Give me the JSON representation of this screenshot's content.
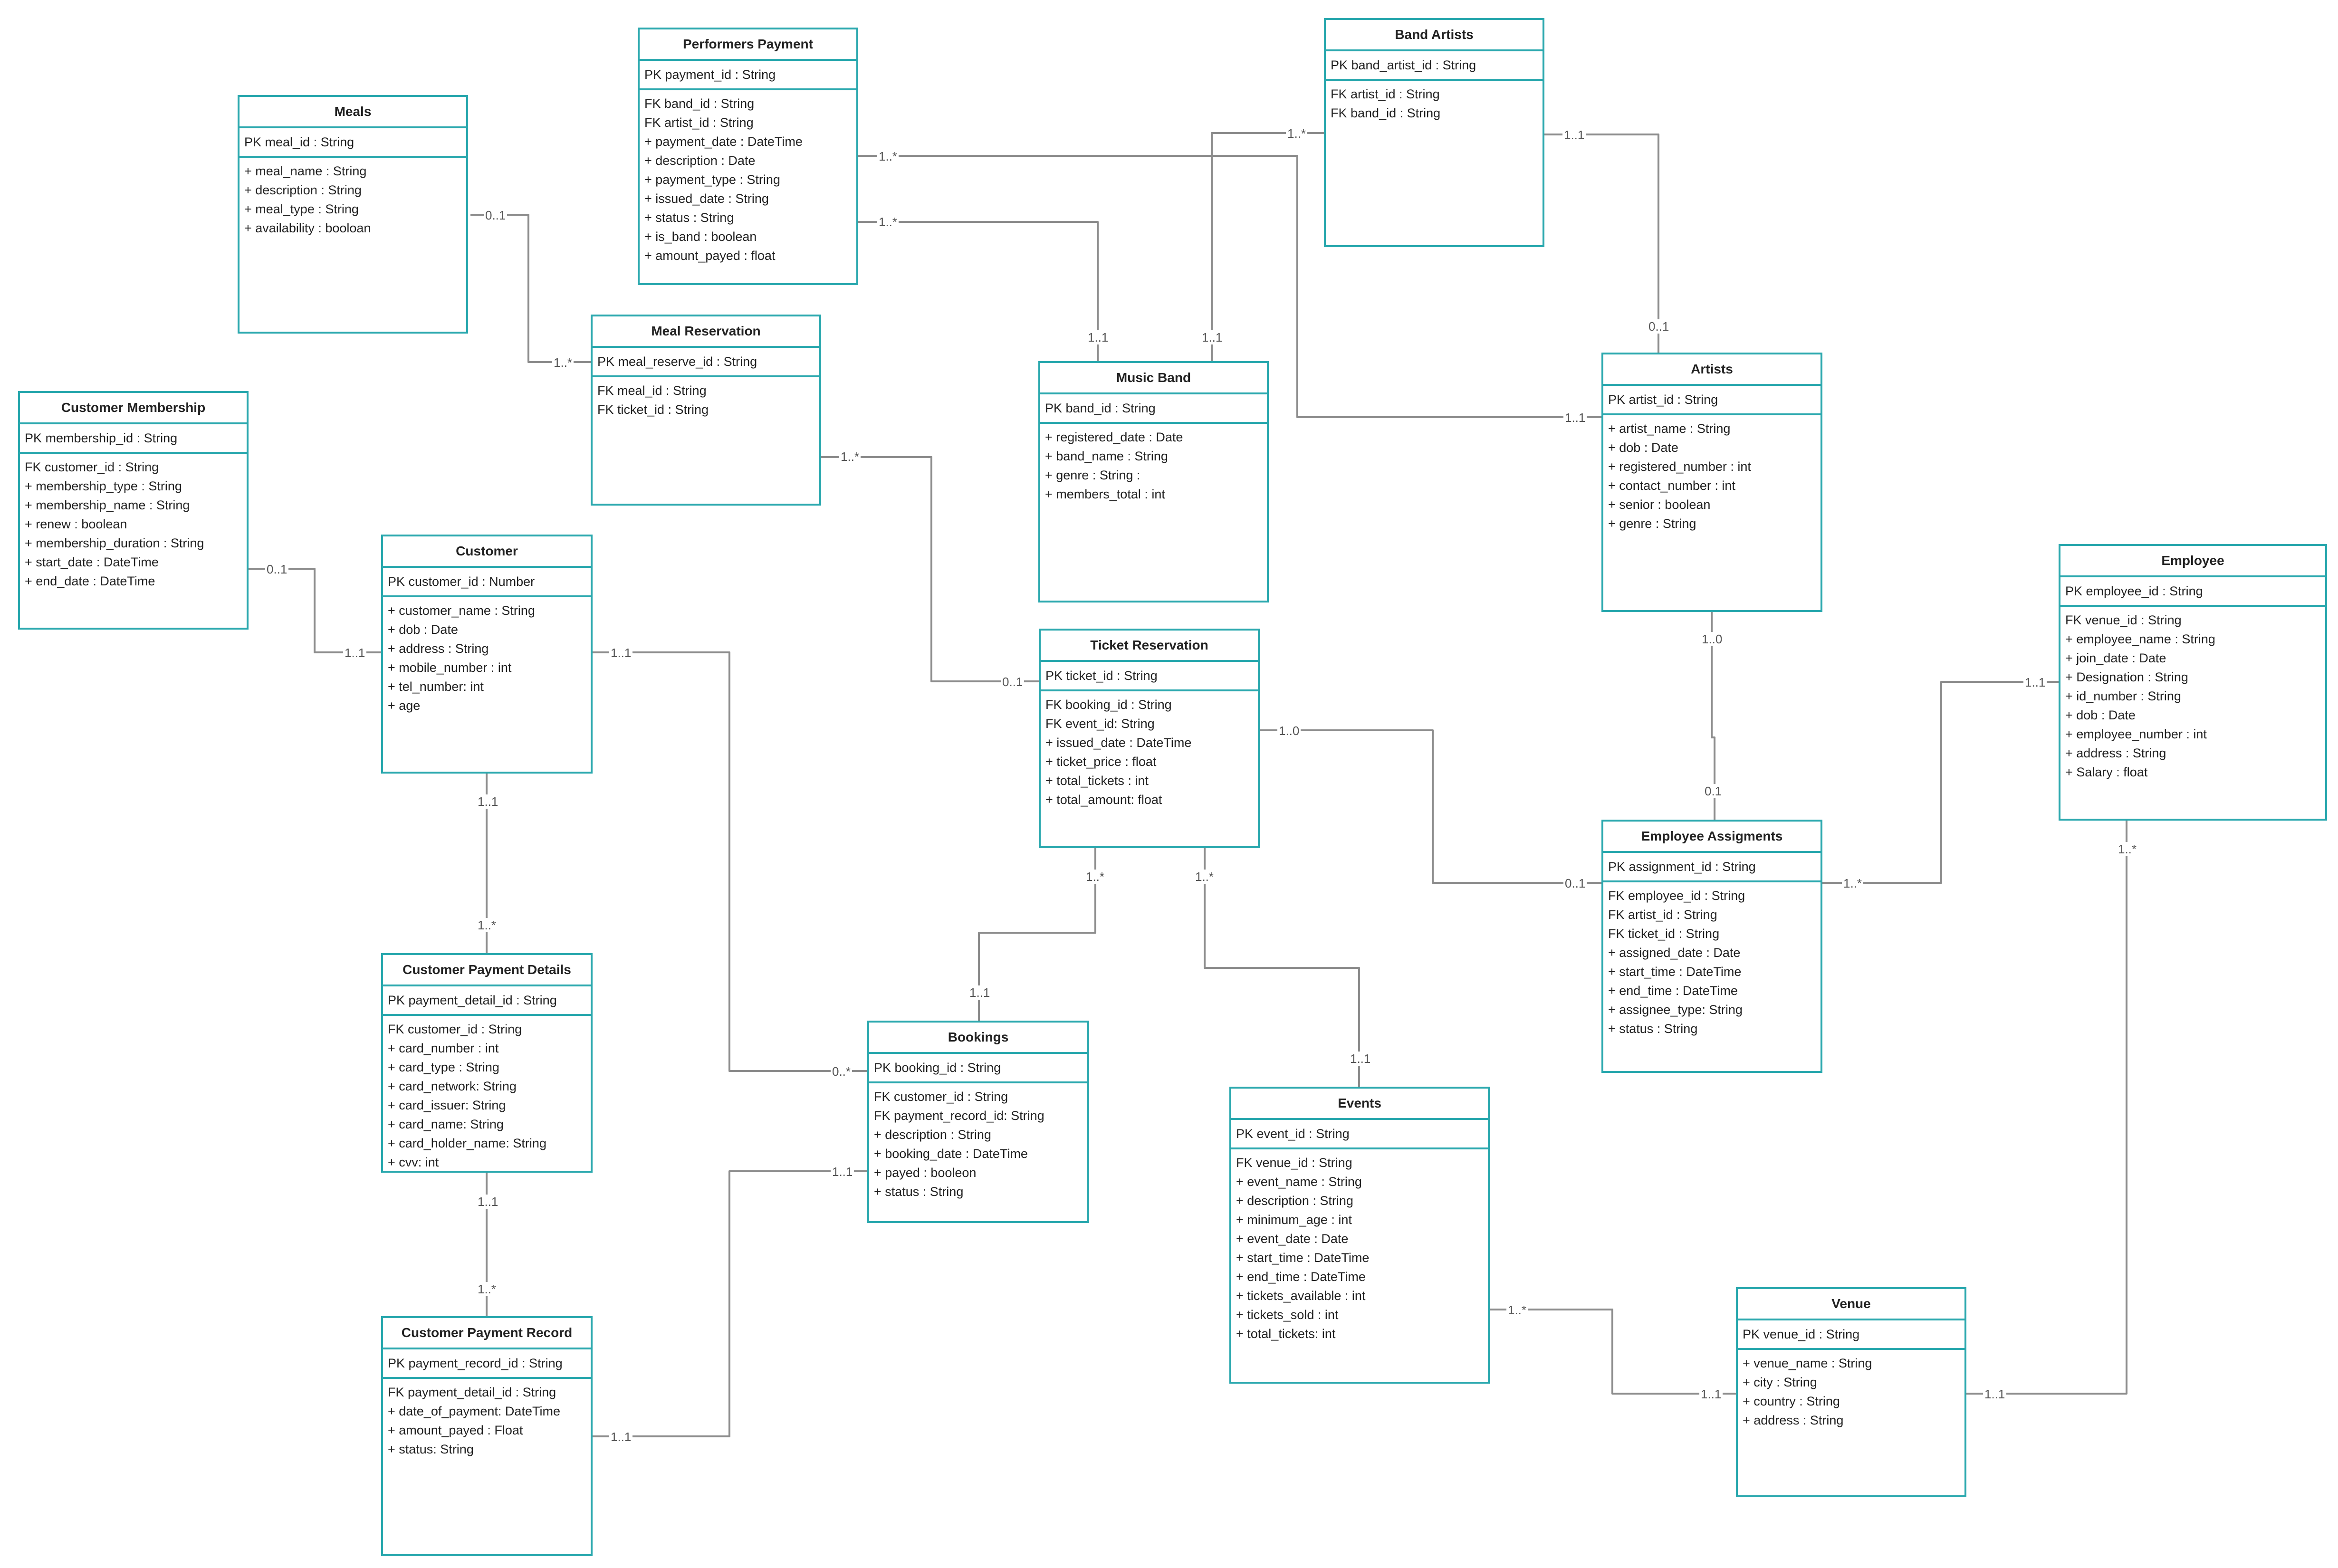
{
  "entities": [
    {
      "id": "performers-payment",
      "title": "Performers Payment",
      "pk": "PK payment_id : String",
      "attributes": [
        "FK band_id : String",
        "FK artist_id : String",
        "+ payment_date : DateTime",
        "+ description : Date",
        "+ payment_type : String",
        "+ issued_date : String",
        "+ status : String",
        "+ is_band : boolean",
        "+ amount_payed : float"
      ]
    },
    {
      "id": "band-artists",
      "title": "Band Artists",
      "pk": "PK band_artist_id : String",
      "attributes": [
        "FK artist_id : String",
        "FK band_id : String"
      ]
    },
    {
      "id": "meals",
      "title": "Meals",
      "pk": "PK meal_id : String",
      "attributes": [
        "+ meal_name : String",
        "+ description : String",
        "+ meal_type : String",
        "+ availability : booloan"
      ]
    },
    {
      "id": "meal-reservation",
      "title": "Meal Reservation",
      "pk": "PK meal_reserve_id : String",
      "attributes": [
        "FK meal_id : String",
        "FK ticket_id : String"
      ]
    },
    {
      "id": "music-band",
      "title": "Music Band",
      "pk": "PK band_id : String",
      "attributes": [
        "+ registered_date : Date",
        "+ band_name : String",
        "+ genre : String :",
        "+ members_total : int"
      ]
    },
    {
      "id": "artists",
      "title": "Artists",
      "pk": "PK artist_id : String",
      "attributes": [
        "+ artist_name : String",
        "+ dob : Date",
        "+ registered_number : int",
        "+ contact_number : int",
        "+ senior : boolean",
        "+ genre : String"
      ]
    },
    {
      "id": "customer-membership",
      "title": "Customer Membership",
      "pk": "PK membership_id : String",
      "attributes": [
        "FK customer_id : String",
        "+ membership_type : String",
        "+ membership_name : String",
        "+ renew : boolean",
        "+ membership_duration : String",
        "+ start_date : DateTime",
        "+ end_date : DateTime"
      ]
    },
    {
      "id": "customer",
      "title": "Customer",
      "pk": "PK customer_id : Number",
      "attributes": [
        "+ customer_name : String",
        "+ dob : Date",
        "+ address : String",
        "+ mobile_number : int",
        "+ tel_number: int",
        "+ age"
      ]
    },
    {
      "id": "ticket-reservation",
      "title": "Ticket Reservation",
      "pk": "PK ticket_id : String",
      "attributes": [
        "FK booking_id : String",
        "FK event_id: String",
        "+ issued_date : DateTime",
        "+ ticket_price : float",
        "+ total_tickets : int",
        "+ total_amount: float"
      ]
    },
    {
      "id": "employee",
      "title": "Employee",
      "pk": "PK employee_id : String",
      "attributes": [
        "FK venue_id : String",
        "+ employee_name : String",
        "+ join_date : Date",
        "+ Designation : String",
        "+ id_number : String",
        "+ dob : Date",
        "+ employee_number : int",
        "+ address : String",
        "+ Salary : float"
      ]
    },
    {
      "id": "employee-assigments",
      "title": "Employee Assigments",
      "pk": "PK assignment_id : String",
      "attributes": [
        "FK employee_id : String",
        "FK artist_id : String",
        "FK ticket_id : String",
        "+ assigned_date : Date",
        "+ start_time : DateTime",
        "+ end_time : DateTime",
        "+ assignee_type: String",
        "+ status : String"
      ]
    },
    {
      "id": "customer-payment-details",
      "title": "Customer Payment Details",
      "pk": "PK payment_detail_id : String",
      "attributes": [
        "FK customer_id : String",
        "+ card_number : int",
        "+ card_type : String",
        "+ card_network: String",
        "+ card_issuer: String",
        "+ card_name: String",
        "+ card_holder_name: String",
        "+ cvv: int"
      ]
    },
    {
      "id": "bookings",
      "title": "Bookings",
      "pk": "PK booking_id : String",
      "attributes": [
        "FK customer_id : String",
        "FK payment_record_id: String",
        "+ description : String",
        "+ booking_date : DateTime",
        "+ payed : booleon",
        "+ status : String"
      ]
    },
    {
      "id": "events",
      "title": "Events",
      "pk": "PK event_id : String",
      "attributes": [
        "FK venue_id : String",
        "+ event_name : String",
        "+ description : String",
        "+ minimum_age : int",
        "+ event_date : Date",
        "+ start_time : DateTime",
        "+ end_time : DateTime",
        "+ tickets_available : int",
        "+ tickets_sold : int",
        "+ total_tickets: int"
      ]
    },
    {
      "id": "customer-payment-record",
      "title": "Customer Payment Record",
      "pk": "PK payment_record_id : String",
      "attributes": [
        "FK payment_detail_id : String",
        "+ date_of_payment: DateTime",
        "+ amount_payed : Float",
        "+ status: String"
      ]
    },
    {
      "id": "venue",
      "title": "Venue",
      "pk": "PK venue_id : String",
      "attributes": [
        "+ venue_name : String",
        "+ city : String",
        "+ country : String",
        "+ address : String"
      ]
    }
  ],
  "relationships": [
    {
      "from": "meals",
      "to": "meal-reservation",
      "from_label": "0..1",
      "to_label": "1..*"
    },
    {
      "from": "performers-payment",
      "to": "music-band",
      "from_label": "1..*",
      "to_label": "1..1"
    },
    {
      "from": "performers-payment",
      "to": "artists",
      "from_label": "1..*",
      "to_label": "1..1"
    },
    {
      "from": "band-artists",
      "to": "music-band",
      "from_label": "1..*",
      "to_label": "1..1"
    },
    {
      "from": "band-artists",
      "to": "artists",
      "from_label": "1..1",
      "to_label": "0..1"
    },
    {
      "from": "meal-reservation",
      "to": "ticket-reservation",
      "from_label": "1..*",
      "to_label": "0..1"
    },
    {
      "from": "customer-membership",
      "to": "customer",
      "from_label": "0..1",
      "to_label": "1..1"
    },
    {
      "from": "customer",
      "to": "bookings",
      "from_label": "1..1",
      "to_label": "0..*"
    },
    {
      "from": "customer",
      "to": "customer-payment-details",
      "from_label": "1..1",
      "to_label": "1..*"
    },
    {
      "from": "customer-payment-details",
      "to": "customer-payment-record",
      "from_label": "1..1",
      "to_label": "1..*"
    },
    {
      "from": "customer-payment-record",
      "to": "bookings",
      "from_label": "1..1",
      "to_label": "1..1"
    },
    {
      "from": "ticket-reservation",
      "to": "bookings",
      "from_label": "1..*",
      "to_label": "1..1"
    },
    {
      "from": "ticket-reservation",
      "to": "events",
      "from_label": "1..*",
      "to_label": "1..1"
    },
    {
      "from": "ticket-reservation",
      "to": "employee-assigments",
      "from_label": "1..0",
      "to_label": "0..1"
    },
    {
      "from": "artists",
      "to": "employee-assigments",
      "from_label": "1..0",
      "to_label": "0.1"
    },
    {
      "from": "employee",
      "to": "employee-assigments",
      "from_label": "1..1",
      "to_label": "1..*"
    },
    {
      "from": "events",
      "to": "venue",
      "from_label": "1..*",
      "to_label": "1..1"
    },
    {
      "from": "venue",
      "to": "employee",
      "from_label": "1..1",
      "to_label": "1..*"
    }
  ],
  "colors": {
    "entity_border": "#2aa8ae",
    "connector": "#8c8c8c",
    "label": "#555555"
  }
}
